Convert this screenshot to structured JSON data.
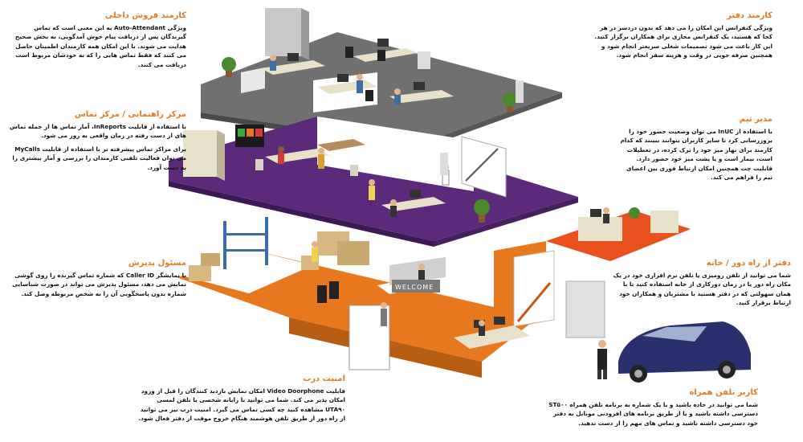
{
  "sign": {
    "welcome": "WELCOME"
  },
  "callouts": {
    "sales": {
      "title": "کارمند فروش داخلی",
      "text": "ویژگی Auto-Attendant به این معنی است که تماس گیرندگان پس از دریافت پیام خوش آمدگویی، به بخش صحیح هدایت می شوند. با این امکان همه کارمندان اطمینان حاصل می کنند که فقط تماس هایی را که به خودشان مربوط است دریافت می کنند."
    },
    "contact": {
      "title": "مرکز راهنمایی / مرکز تماس",
      "text1": "با استفاده از قابلیت InReports، آمار تماس ها از جمله تماس های از دست رفته در زمان واقعی به روز می شود.",
      "text2": "برای مراکز تماس پیشرفته تر با استفاده از قابلیت MyCalls می توان فعالیت تلفنی کارمندان را بررسی و آمار بیشتری را به دست آورد."
    },
    "reception": {
      "title": "مسئول پذیرش",
      "text": "با نمایشگر Caller ID که شماره تماس گیرنده را روی گوشی نمایش می دهد، مسئول پذیرش می تواند در صورت شناسایی شماره بدون پاسخگویی آن را به شخص مربوطه وصل کند."
    },
    "door": {
      "title": "امنیت درب",
      "text": "قابلیت Video Doorphone امکان نمایش بازدید کنندگان را قبل از ورود امکان پذیر می کند. شما می توانید با رایانه شخصی یا تلفن لمسی UTA۹۰ مشاهده کنید چه کسی تماس می گیرد. امنیت درب نیز می توانید از راه دور از طریق تلفن هوشمند هنگام خروج موقت از دفتر فعال شود."
    },
    "office": {
      "title": "کارمند دفتر",
      "text": "ویژگی کنفرانس این امکان را می دهد که بدون دردسر در هر کجا که هستید، یک کنفرانس مجازی برای همکاران برگزار کنید. این کار باعث می شود تصمیمات شغلی سریعتر انجام شود و همچنین صرفه جویی در وقت و هزینه سفر انجام شود."
    },
    "manager": {
      "title": "مدیر تیم",
      "text": "با استفاده از InUC می توان وضعیت حضور خود را بروزرسانی کرد تا سایر کاربران بتوانند ببینند که کدام کارمند برای نهار میز خود را ترک کرده، در تعطیلات است، بیمار است و یا پشت میز خود حضور دارد. قابلیت چت همچنین امکان ارتباط فوری بین اعضای تیم را فراهم می کند."
    },
    "remote": {
      "title": "دفتر از راه دور / خانه",
      "text": "شما می توانید از تلفن رومیزی یا تلفن نرم افزاری خود در یک مکان راه دور یا در زمان دورکاری از خانه استفاده کنید تا با همان سهولتی که در دفتر هستید با مشتریان و همکاران خود ارتباط برقرار کنید."
    },
    "mobile": {
      "title": "کاربر تلفن همراه",
      "text": "شما می توانید در جاده باشید و با یک شماره به برنامه تلفن همراه ST۵۰۰ دسترسی داشته باشید و یا از طریق برنامه های افزودنی موبایل به دفتر خود دسترسی داشته باشید و تماس های مهم را از دست ندهید."
    }
  }
}
